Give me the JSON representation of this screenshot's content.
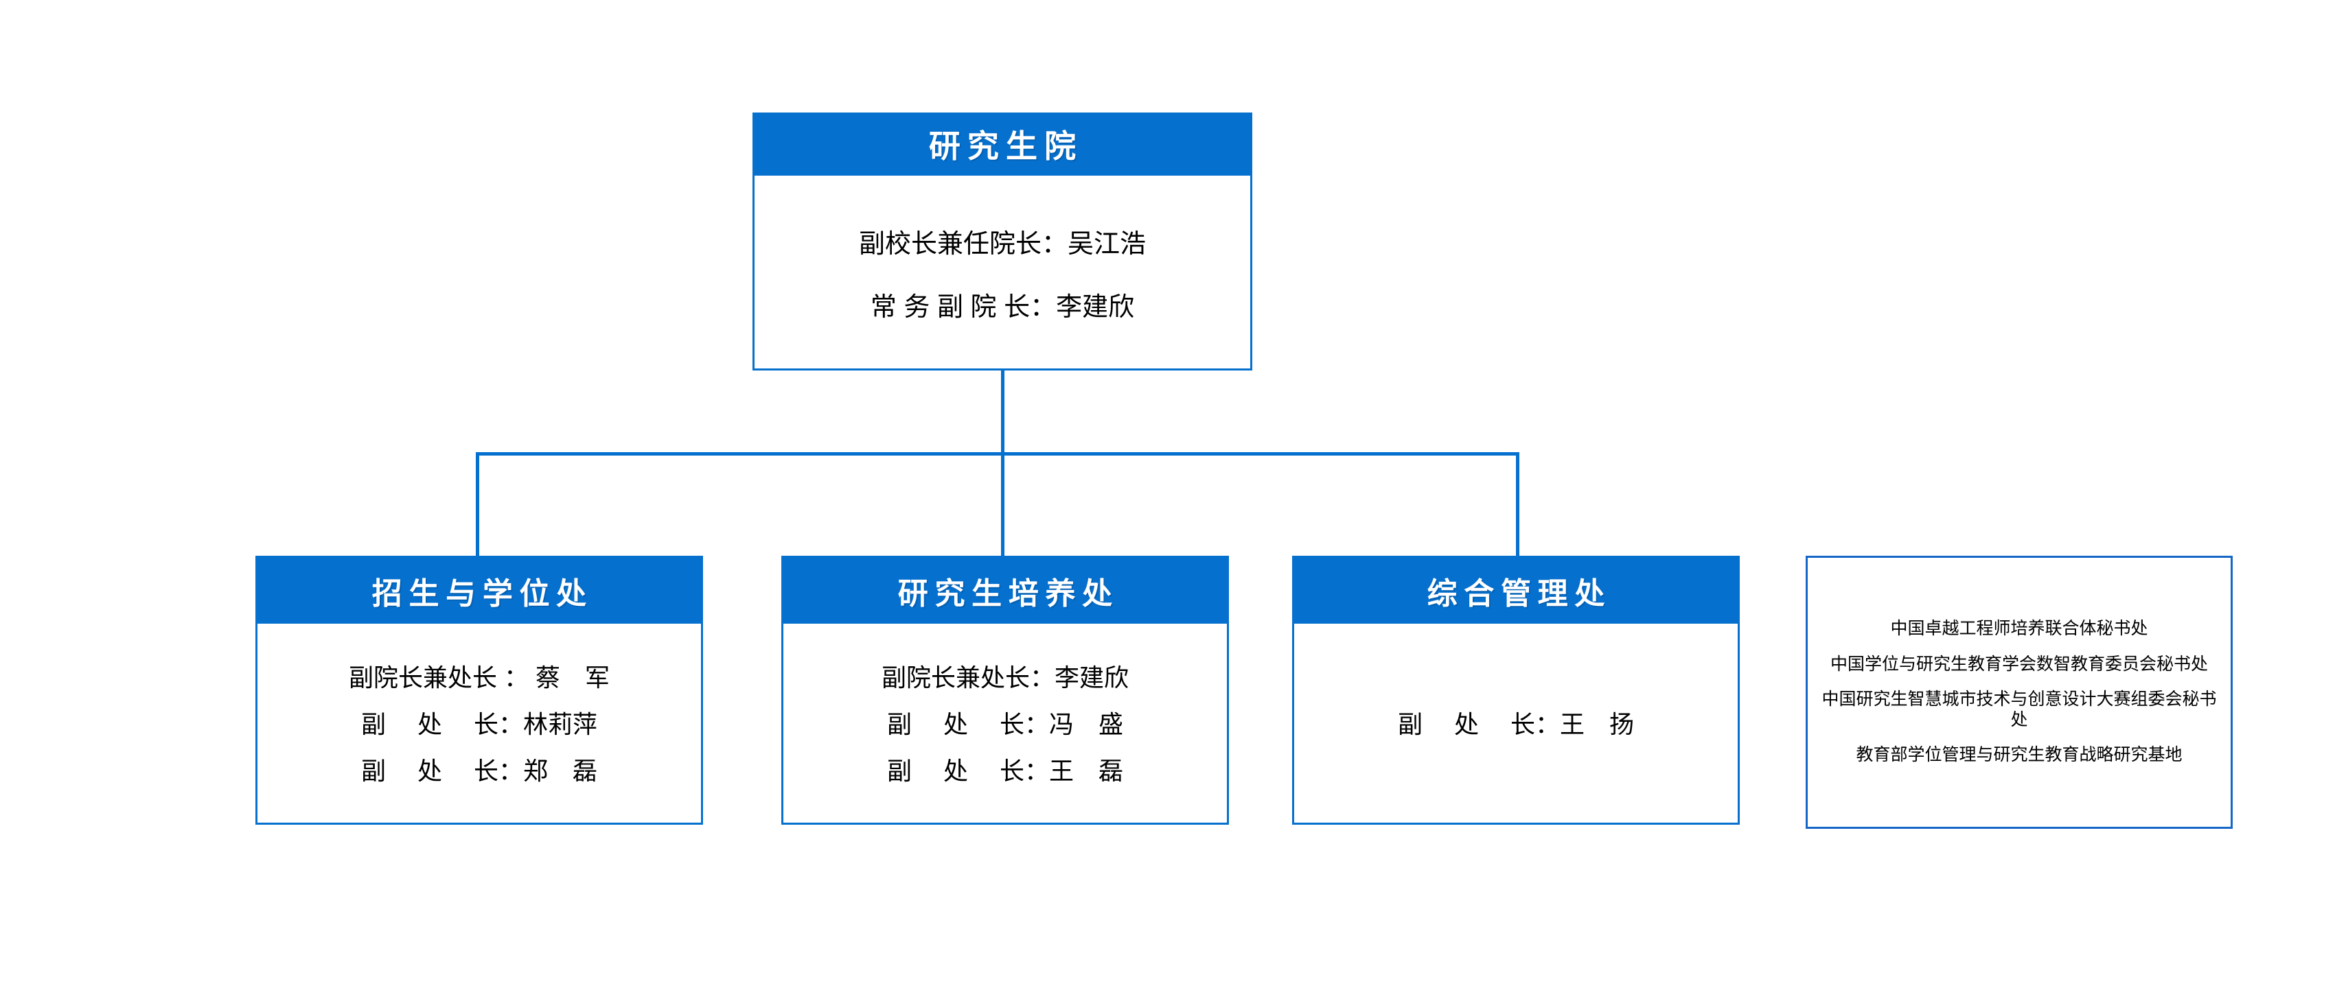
{
  "theme": {
    "accent": "#0670ce",
    "side_border": "#1467c8",
    "header_text": "#ffffff",
    "body_text": "#000000",
    "background": "#ffffff"
  },
  "chart_data": {
    "type": "diagram",
    "diagram_kind": "organization-chart",
    "title": "研究生院",
    "root": {
      "title": "研究生院",
      "lines": [
        "副校长兼任院长：吴江浩",
        "常 务 副 院 长：李建欣"
      ]
    },
    "children": [
      {
        "title": "招生与学位处",
        "lines": [
          "副院长兼处长 ： 蔡　军",
          "副　 处　 长：林莉萍",
          "副　 处　 长：郑　磊"
        ]
      },
      {
        "title": "研究生培养处",
        "lines": [
          "副院长兼处长：李建欣",
          "副　 处　 长：冯　盛",
          "副　 处　 长：王　磊"
        ]
      },
      {
        "title": "综合管理处",
        "lines": [
          "副　 处　 长：王　扬"
        ]
      }
    ],
    "side_panel": {
      "lines": [
        "中国卓越工程师培养联合体秘书处",
        "中国学位与研究生教育学会数智教育委员会秘书处",
        "中国研究生智慧城市技术与创意设计大赛组委会秘书处",
        "教育部学位管理与研究生教育战略研究基地"
      ]
    }
  },
  "root_node": {
    "title": "研究生院",
    "line1": "副校长兼任院长：吴江浩",
    "line2": "常 务 副 院 长：李建欣"
  },
  "admissions_node": {
    "title": "招生与学位处",
    "line1": "副院长兼处长 ： 蔡　军",
    "line2": "副　 处　 长：林莉萍",
    "line3": "副　 处　 长：郑　磊"
  },
  "training_node": {
    "title": "研究生培养处",
    "line1": "副院长兼处长：李建欣",
    "line2": "副　 处　 长：冯　盛",
    "line3": "副　 处　 长：王　磊"
  },
  "general_node": {
    "title": "综合管理处",
    "line1": "副　 处　 长：王　扬"
  },
  "side_panel": {
    "line1": "中国卓越工程师培养联合体秘书处",
    "line2": "中国学位与研究生教育学会数智教育委员会秘书处",
    "line3": "中国研究生智慧城市技术与创意设计大赛组委会秘书处",
    "line4": "教育部学位管理与研究生教育战略研究基地"
  }
}
